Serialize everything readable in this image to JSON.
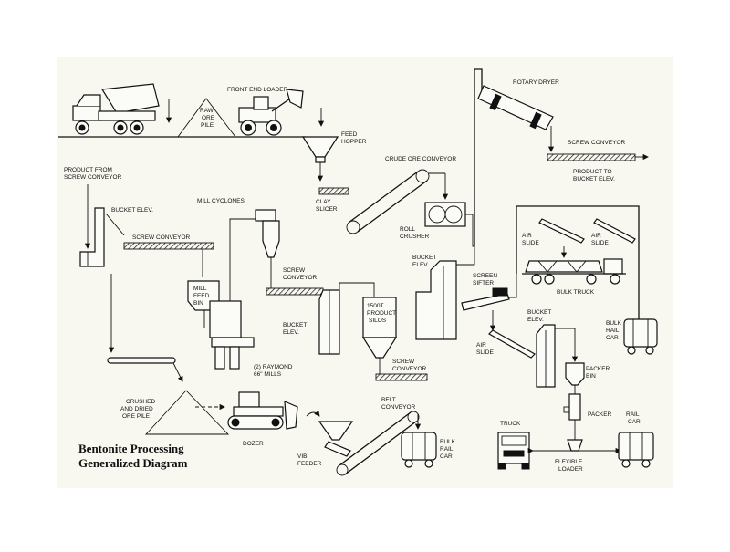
{
  "title": {
    "line1": "Bentonite Processing",
    "line2": "Generalized Diagram"
  },
  "labels": {
    "front_end_loader": "FRONT END LOADER",
    "raw_ore_pile": [
      "RAW",
      "ORE",
      "PILE"
    ],
    "feed_hopper": [
      "FEED",
      "HOPPER"
    ],
    "rotary_dryer": "ROTARY DRYER",
    "screw_conveyor_top": "SCREW CONVEYOR",
    "product_to_bucket_elev": [
      "PRODUCT TO",
      "BUCKET ELEV."
    ],
    "product_from_screw_conveyor": [
      "PRODUCT FROM",
      "SCREW CONVEYOR"
    ],
    "crude_ore_conveyor": "CRUDE ORE CONVEYOR",
    "clay_slicer": [
      "CLAY",
      "SLICER"
    ],
    "roll_crusher": [
      "ROLL",
      "CRUSHER"
    ],
    "bucket_elev_left": "BUCKET ELEV.",
    "screw_conveyor_left": "SCREW CONVEYOR",
    "mill_cyclones": "MILL CYCLONES",
    "air_slide_a": [
      "AIR",
      "SLIDE"
    ],
    "air_slide_b": [
      "AIR",
      "SLIDE"
    ],
    "bulk_truck": "BULK TRUCK",
    "bucket_elev_mid": [
      "BUCKET",
      "ELEV."
    ],
    "screen_sifter": [
      "SCREEN",
      "SIFTER"
    ],
    "screw_conveyor_mid": [
      "SCREW",
      "CONVEYOR"
    ],
    "mill_feed_bin": [
      "MILL",
      "FEED",
      "BIN"
    ],
    "product_silos": [
      "1500T",
      "PRODUCT",
      "SILOS"
    ],
    "bucket_elev_center": [
      "BUCKET",
      "ELEV."
    ],
    "raymond_mills": [
      "(2) RAYMOND",
      "66\" MILLS"
    ],
    "bulk_rail_car_right": [
      "BULK",
      "RAIL",
      "CAR"
    ],
    "bucket_elev_right": [
      "BUCKET",
      "ELEV."
    ],
    "air_slide_c": [
      "AIR",
      "SLIDE"
    ],
    "packer_bin": [
      "PACKER",
      "BIN"
    ],
    "screw_conveyor_low": [
      "SCREW",
      "CONVEYOR"
    ],
    "crushed_dried_ore_pile": [
      "CRUSHED",
      "AND DRIED",
      "ORE PILE"
    ],
    "dozer": "DOZER",
    "belt_conveyor": [
      "BELT",
      "CONVEYOR"
    ],
    "vib_feeder": [
      "VIB.",
      "FEEDER"
    ],
    "bulk_rail_car_bottom": [
      "BULK",
      "RAIL",
      "CAR"
    ],
    "truck": "TRUCK",
    "packer": "PACKER",
    "rail_car": [
      "RAIL",
      "CAR"
    ],
    "flexible_loader": [
      "FLEXIBLE",
      "LOADER"
    ]
  }
}
